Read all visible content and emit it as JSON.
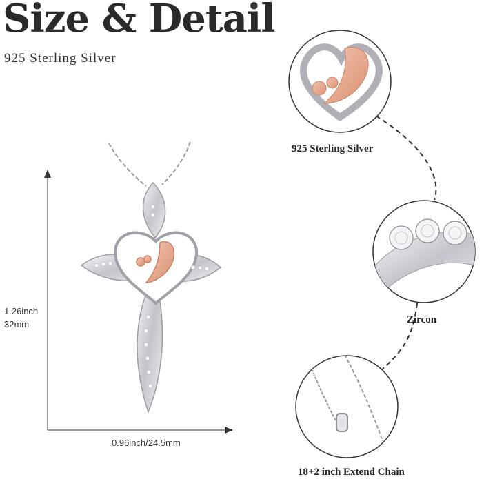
{
  "header": {
    "title": "Size & Detail",
    "material": "925 Sterling Silver"
  },
  "dimensions": {
    "height_inch": "1.26inch",
    "height_mm": "32mm",
    "width": "0.96inch/24.5mm"
  },
  "details": [
    {
      "caption": "925 Sterling Silver"
    },
    {
      "caption": "Zircon"
    },
    {
      "caption": "18+2 inch Extend Chain"
    }
  ],
  "colors": {
    "silver": "#d8d8dc",
    "rose_gold": "#e7a98d",
    "outline": "#222222"
  }
}
